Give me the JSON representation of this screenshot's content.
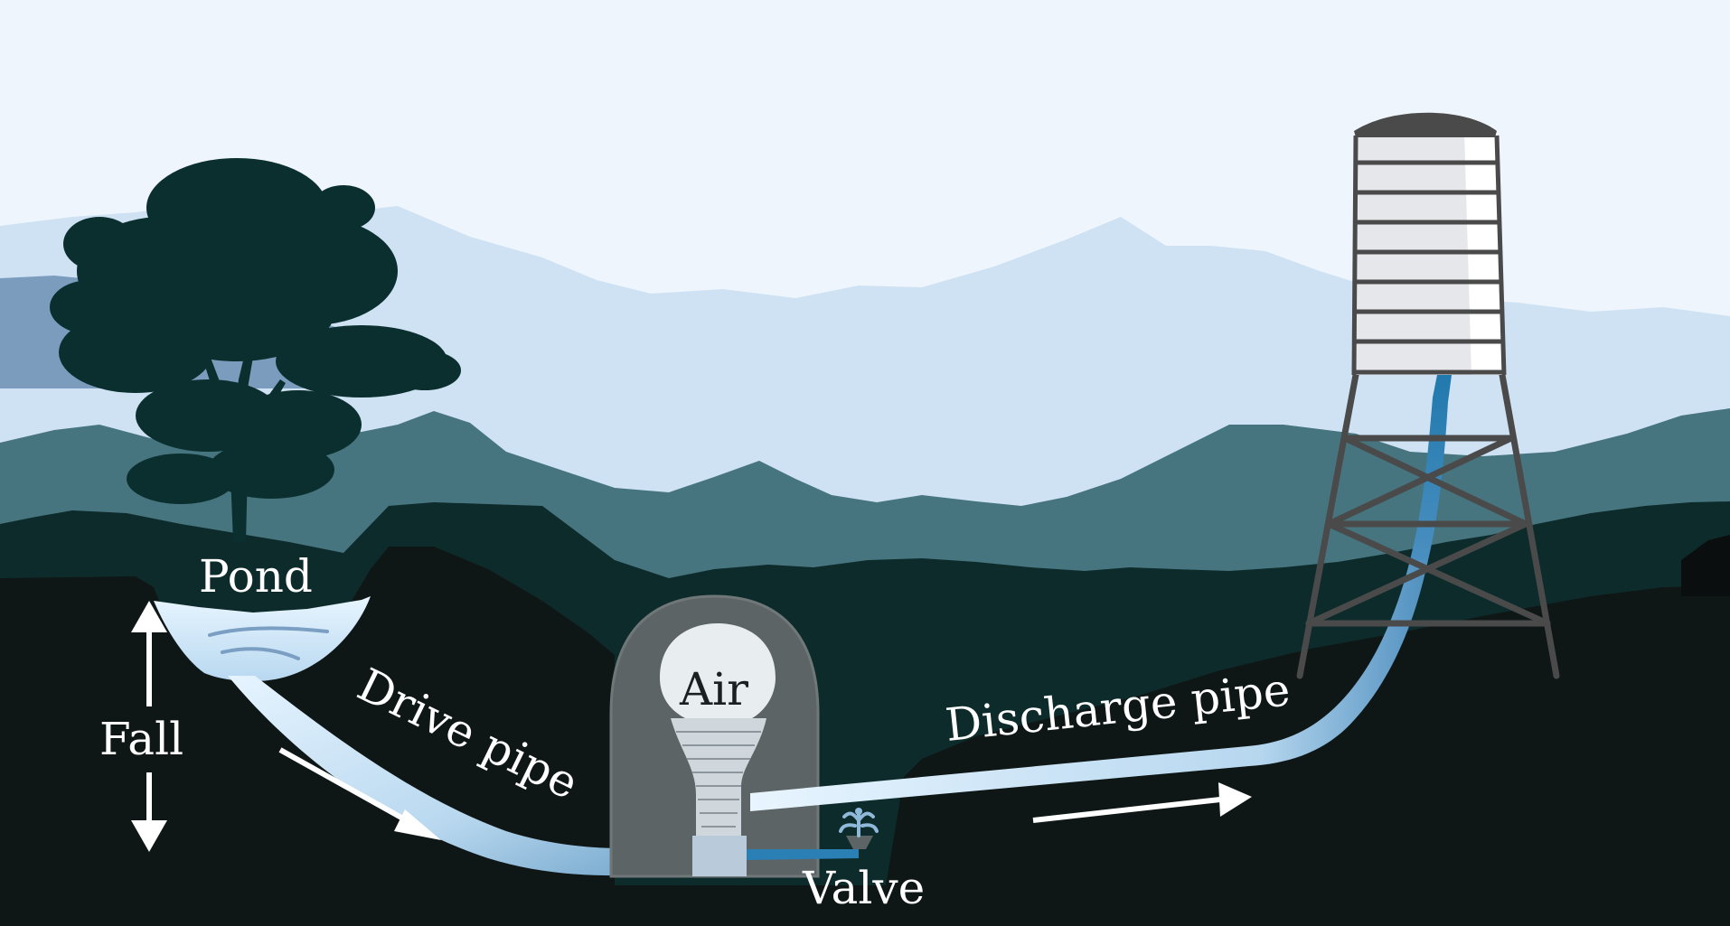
{
  "labels": {
    "pond": "Pond",
    "fall": "Fall",
    "drive_pipe": "Drive pipe",
    "air": "Air",
    "valve": "Valve",
    "discharge_pipe": "Discharge pipe"
  },
  "colors": {
    "sky": "#eef5fc",
    "far_mountains": "#cfe2f4",
    "mid_mountains": "#7b9cbc",
    "teal_hills": "#46747f",
    "dark_hills": "#0e2b2c",
    "ground": "#0f1716",
    "water_light": "#dcefff",
    "water_blue": "#2a7fb4",
    "tower": "#4a4a4a",
    "tank": "#e6e7ea",
    "pump_housing": "#5d6465"
  }
}
